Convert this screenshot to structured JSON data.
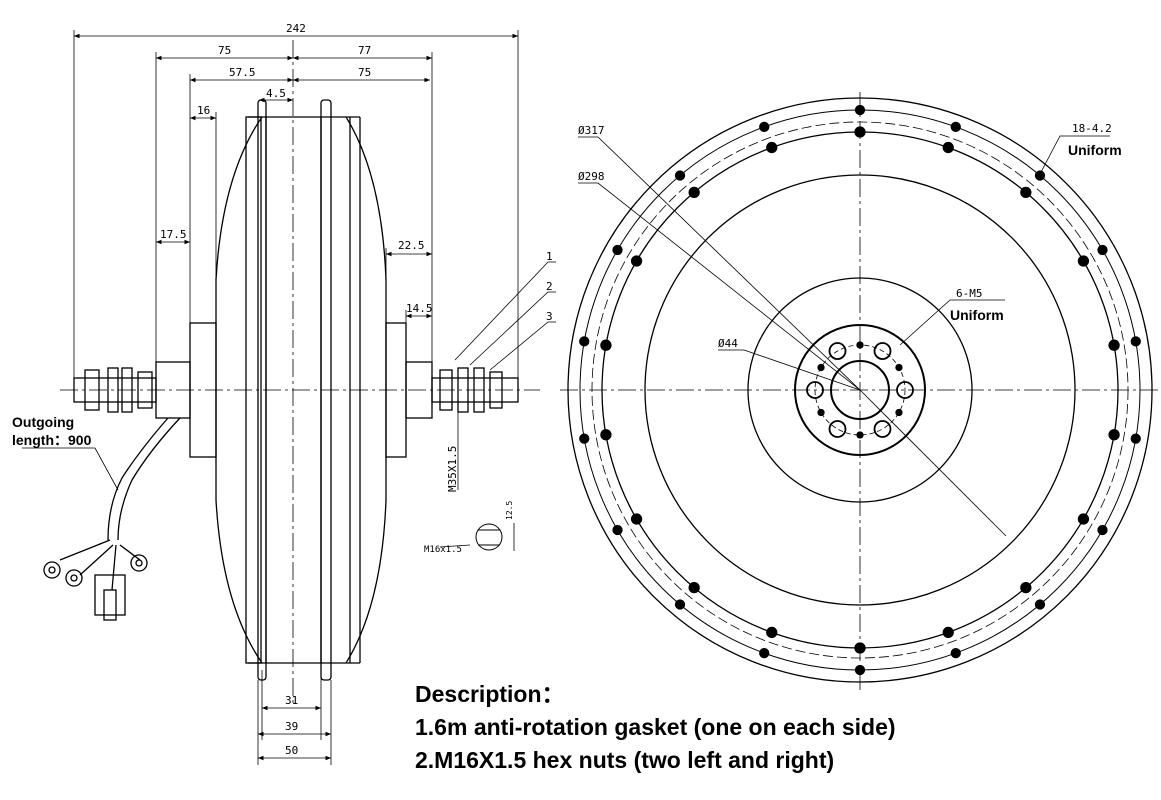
{
  "side_view": {
    "dimensions": {
      "overall": "242",
      "left_half": "75",
      "right_half": "77",
      "left_flange": "57.5",
      "right_flange": "75",
      "rim_gap": "4.5",
      "shoulder": "16",
      "left_axle": "17.5",
      "right_axle": "22.5",
      "right_step": "14.5",
      "thread": "M35X1.5",
      "rim_inner": "31",
      "rim_mid": "39",
      "rim_outer": "50"
    },
    "callouts": [
      "1",
      "2",
      "3"
    ],
    "outgoing_label": "Outgoing",
    "outgoing_length": "length：900",
    "nut_detail": {
      "thread": "M16x1.5",
      "flat": "12.5"
    }
  },
  "front_view": {
    "diameters": {
      "outer": "Ø317",
      "inner": "Ø298",
      "hub": "Ø44"
    },
    "outer_holes_spec": "18-4.2",
    "outer_holes_note": "Uniform",
    "hub_holes_spec": "6-M5",
    "hub_holes_note": "Uniform"
  },
  "description": {
    "title": "Description：",
    "line1": "1.6m anti-rotation gasket (one on each side)",
    "line2": "2.M16X1.5 hex nuts (two left and right)"
  }
}
